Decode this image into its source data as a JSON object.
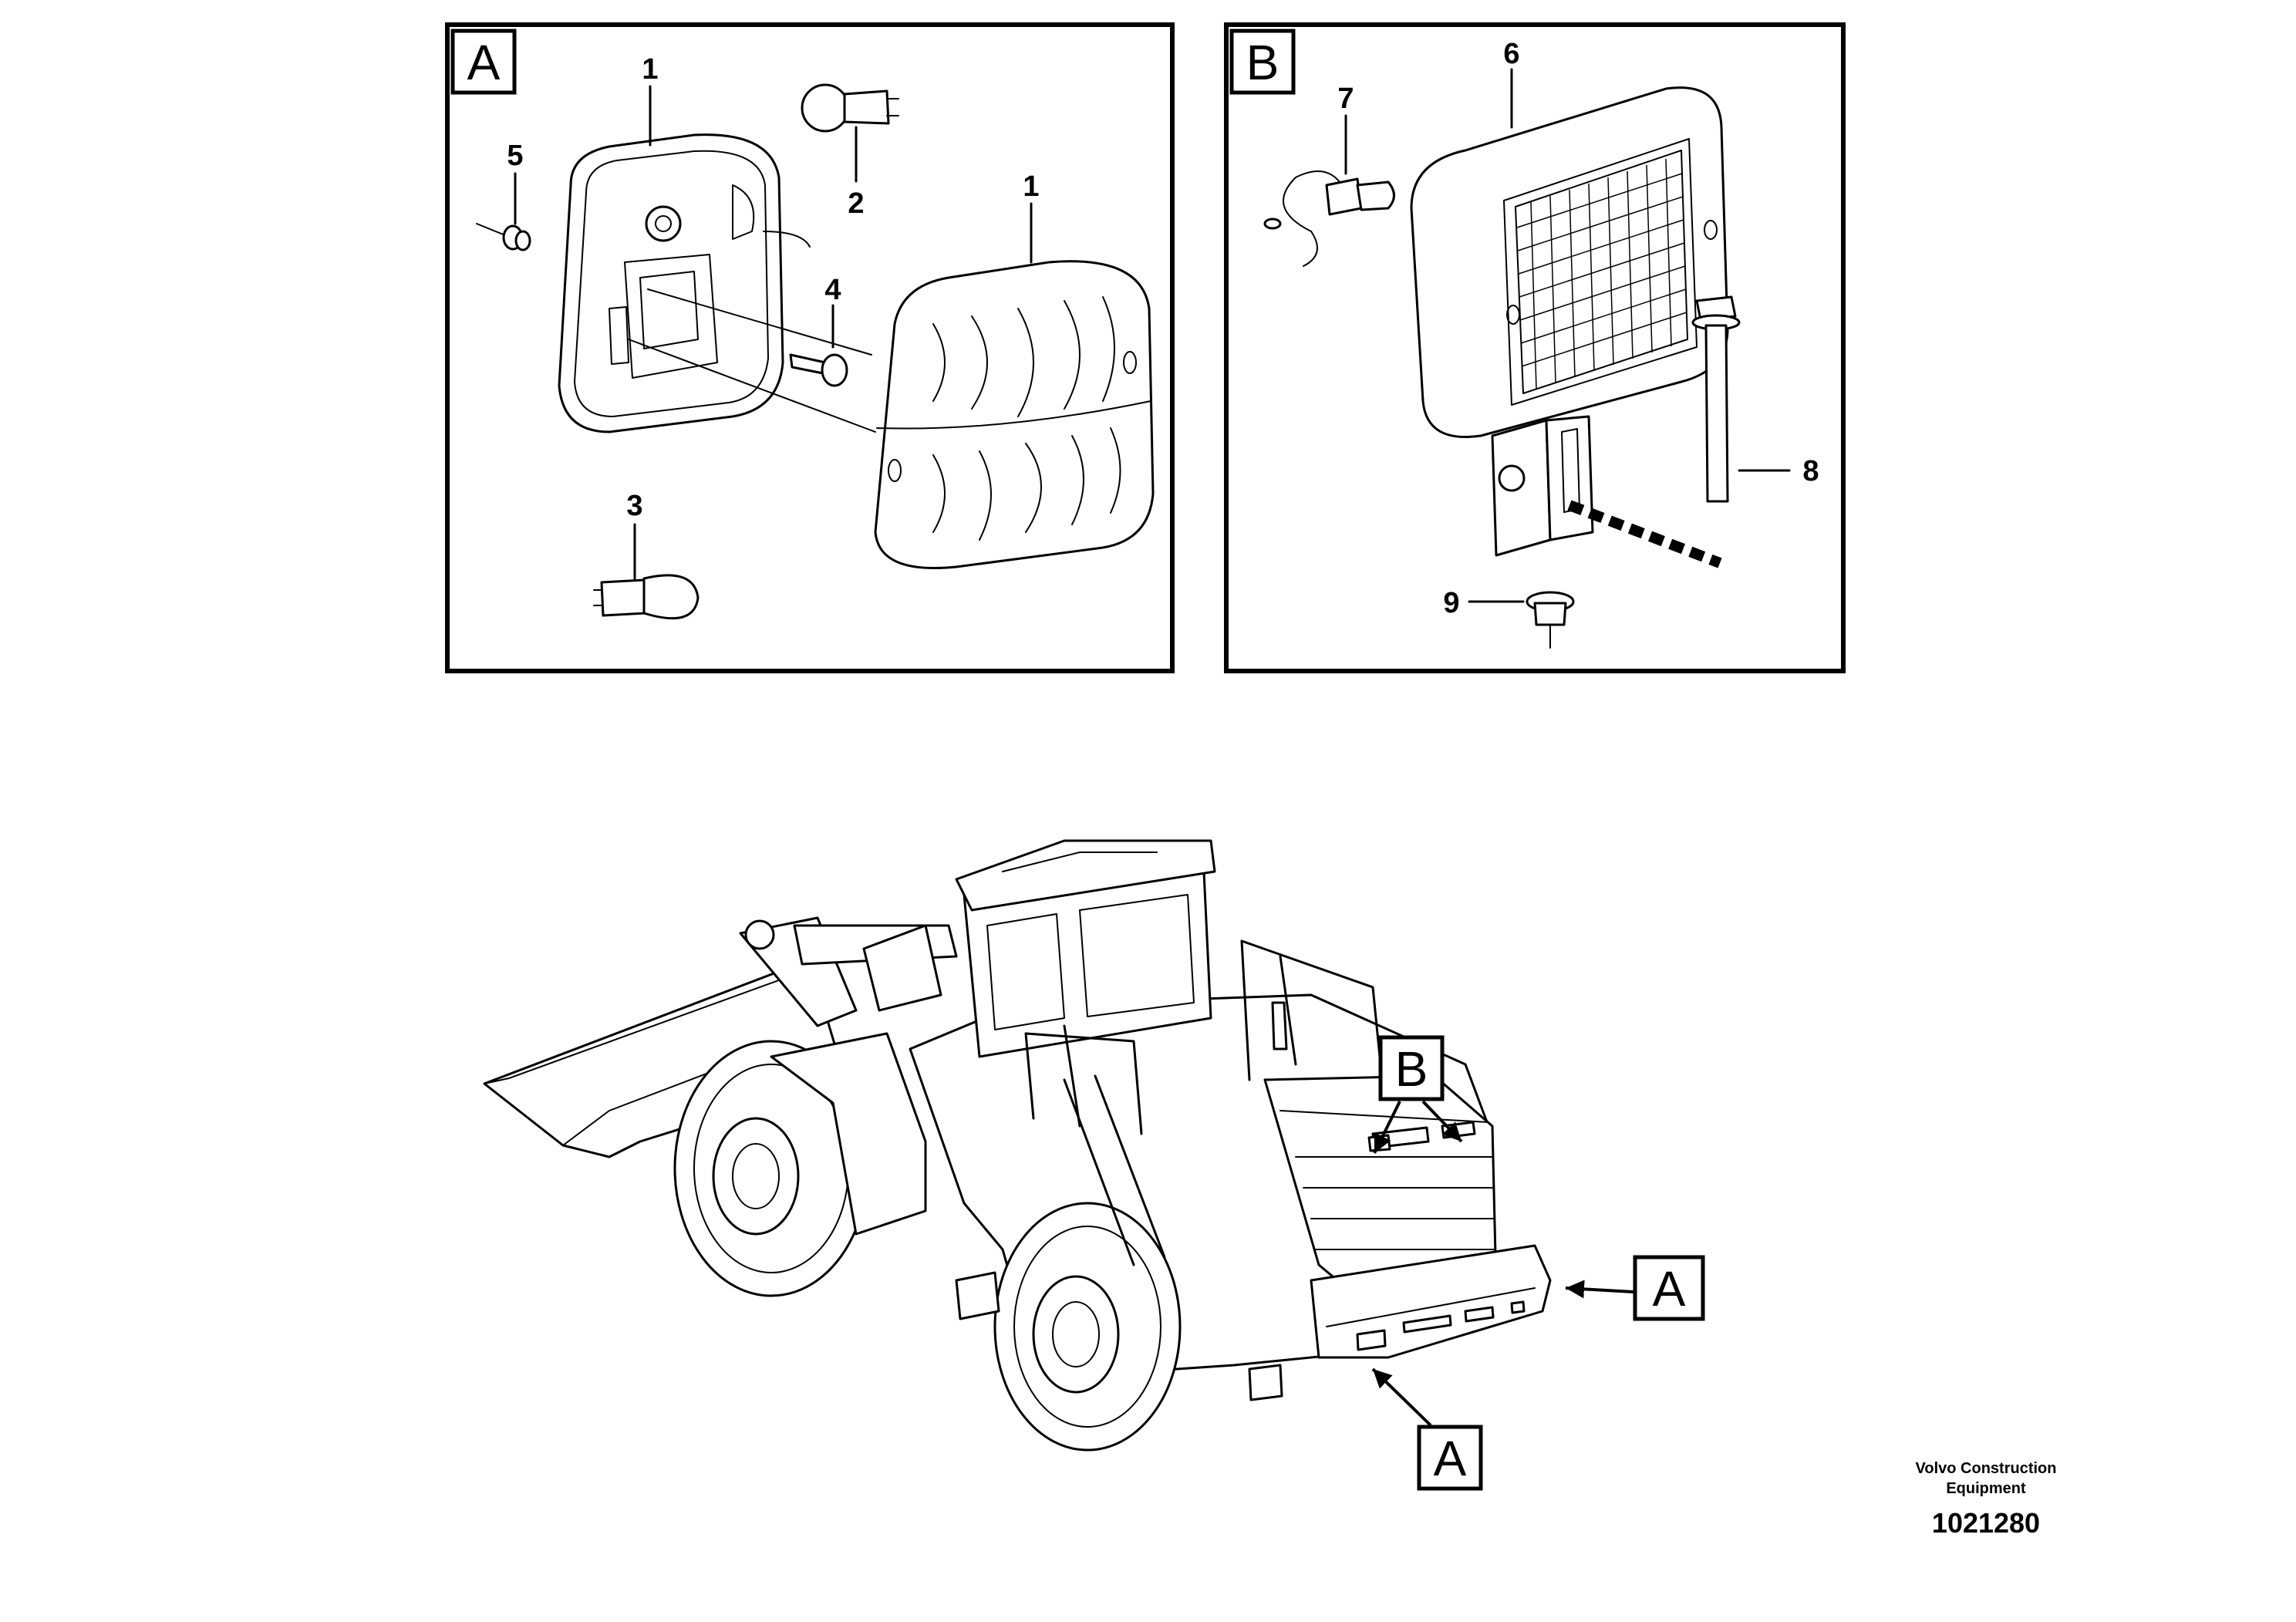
{
  "panels": {
    "a": {
      "label": "A"
    },
    "b": {
      "label": "B"
    }
  },
  "parts": {
    "p1a": "1",
    "p1b": "1",
    "p2": "2",
    "p3": "3",
    "p4": "4",
    "p5": "5",
    "p6": "6",
    "p7": "7",
    "p8": "8",
    "p9": "9"
  },
  "callouts": {
    "b": "B",
    "a_right": "A",
    "a_bottom": "A"
  },
  "footer": {
    "brand_line1": "Volvo Construction",
    "brand_line2": "Equipment",
    "drawing_number": "1021280"
  }
}
